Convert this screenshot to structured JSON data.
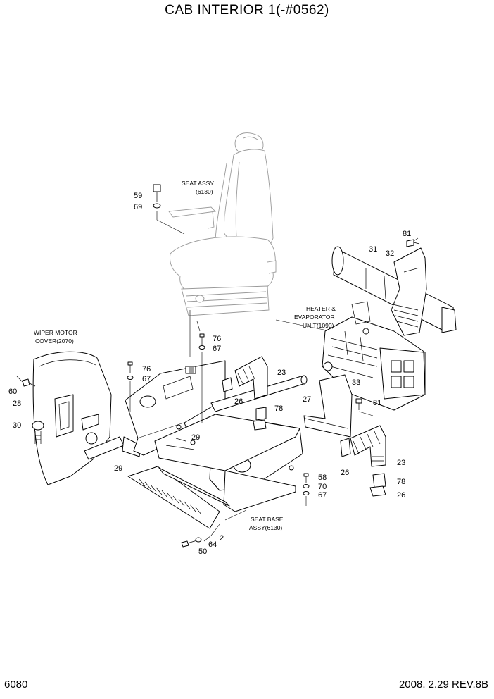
{
  "title": "CAB INTERIOR 1(-#0562)",
  "page_number": "6080",
  "revision": "2008. 2.29 REV.8B",
  "notes": {
    "seat_assy": [
      "SEAT ASSY",
      "(6130)"
    ],
    "heater": [
      "HEATER &",
      "EVAPORATOR",
      "UNIT(1090)"
    ],
    "wiper": [
      "WIPER MOTOR",
      "COVER(2070)"
    ],
    "seat_base": [
      "SEAT BASE",
      "ASSY(6130)"
    ]
  },
  "callouts": {
    "c59": "59",
    "c69": "69",
    "c81a": "81",
    "c31": "31",
    "c32": "32",
    "c76a": "76",
    "c67a": "67",
    "c76b": "76",
    "c67b": "67",
    "c23a": "23",
    "c60": "60",
    "c28": "28",
    "c30": "30",
    "c26a": "26",
    "c78a": "78",
    "c27": "27",
    "c33": "33",
    "c81b": "81",
    "c29a": "29",
    "c29b": "29",
    "c26b": "26",
    "c23b": "23",
    "c58": "58",
    "c70": "70",
    "c67c": "67",
    "c78b": "78",
    "c26c": "26",
    "c2": "2",
    "c64": "64",
    "c50": "50"
  }
}
